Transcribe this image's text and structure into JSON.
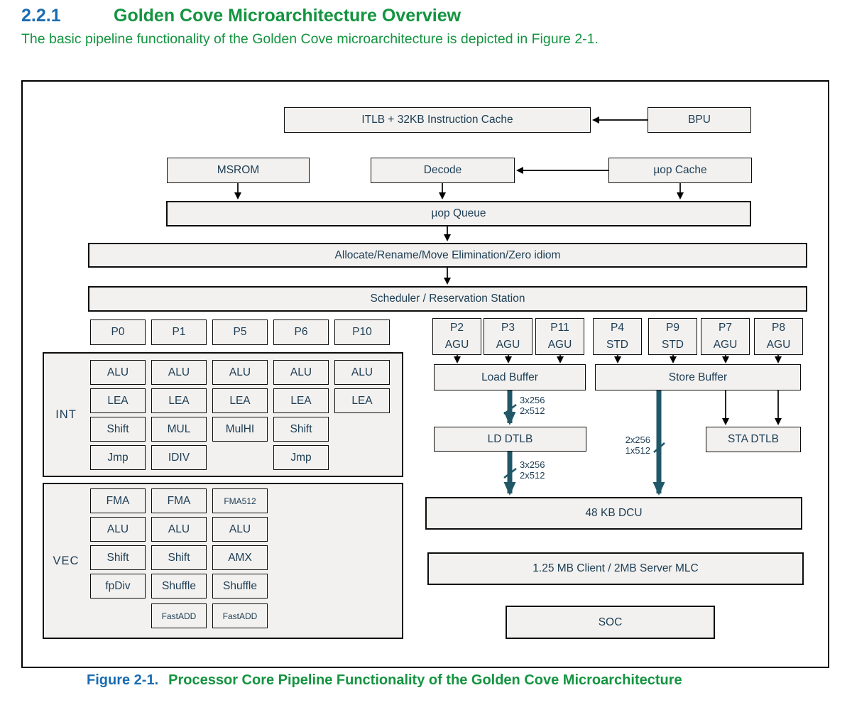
{
  "header": {
    "section_number": "2.2.1",
    "section_title": "Golden Cove Microarchitecture Overview",
    "intro": "The basic pipeline functionality of the Golden Cove microarchitecture is depicted in Figure 2-1."
  },
  "caption": {
    "label": "Figure 2-1.",
    "text": "Processor Core Pipeline Functionality of the Golden Cove Microarchitecture"
  },
  "colors": {
    "heading_blue": "#1a6cb2",
    "heading_green": "#149440",
    "box_fill": "#f2f1ef",
    "box_text": "#1d3d54",
    "bus_arrow_teal": "#215868",
    "thin_arrow": "#000000"
  },
  "diagram": {
    "front_end": {
      "itlb": "ITLB + 32KB Instruction Cache",
      "bpu": "BPU",
      "msrom": "MSROM",
      "decode": "Decode",
      "uop_cache": "µop Cache",
      "uop_queue": "µop Queue",
      "allocate": "Allocate/Rename/Move Elimination/Zero idiom",
      "scheduler": "Scheduler / Reservation Station"
    },
    "ports_left": [
      "P0",
      "P1",
      "P5",
      "P6",
      "P10"
    ],
    "ports_right": [
      {
        "name": "P2",
        "unit": "AGU"
      },
      {
        "name": "P3",
        "unit": "AGU"
      },
      {
        "name": "P11",
        "unit": "AGU"
      },
      {
        "name": "P4",
        "unit": "STD"
      },
      {
        "name": "P9",
        "unit": "STD"
      },
      {
        "name": "P7",
        "unit": "AGU"
      },
      {
        "name": "P8",
        "unit": "AGU"
      }
    ],
    "int_group": {
      "label": "INT",
      "columns": [
        {
          "port": "P0",
          "cells": [
            "ALU",
            "LEA",
            "Shift",
            "Jmp"
          ]
        },
        {
          "port": "P1",
          "cells": [
            "ALU",
            "LEA",
            "MUL",
            "IDIV"
          ]
        },
        {
          "port": "P5",
          "cells": [
            "ALU",
            "LEA",
            "MulHI"
          ]
        },
        {
          "port": "P6",
          "cells": [
            "ALU",
            "LEA",
            "Shift",
            "Jmp"
          ]
        },
        {
          "port": "P10",
          "cells": [
            "ALU",
            "LEA"
          ]
        }
      ]
    },
    "vec_group": {
      "label": "VEC",
      "columns": [
        {
          "port": "P0",
          "cells": [
            "FMA",
            "ALU",
            "Shift",
            "fpDiv"
          ]
        },
        {
          "port": "P1",
          "cells": [
            "FMA",
            "ALU",
            "Shift",
            "Shuffle",
            "FastADD"
          ]
        },
        {
          "port": "P5",
          "cells": [
            "FMA512",
            "ALU",
            "AMX",
            "Shuffle",
            "FastADD"
          ]
        }
      ]
    },
    "memory": {
      "load_buffer": "Load Buffer",
      "store_buffer": "Store Buffer",
      "ld_dtlb": "LD DTLB",
      "sta_dtlb": "STA DTLB",
      "dcu": "48 KB DCU",
      "mlc": "1.25 MB Client / 2MB Server MLC",
      "soc": "SOC"
    },
    "bus_labels": {
      "load_to_ldtlb": [
        "3x256",
        "2x512"
      ],
      "ldtlb_to_dcu": [
        "3x256",
        "2x512"
      ],
      "store_to_dcu": [
        "2x256",
        "1x512"
      ]
    }
  }
}
